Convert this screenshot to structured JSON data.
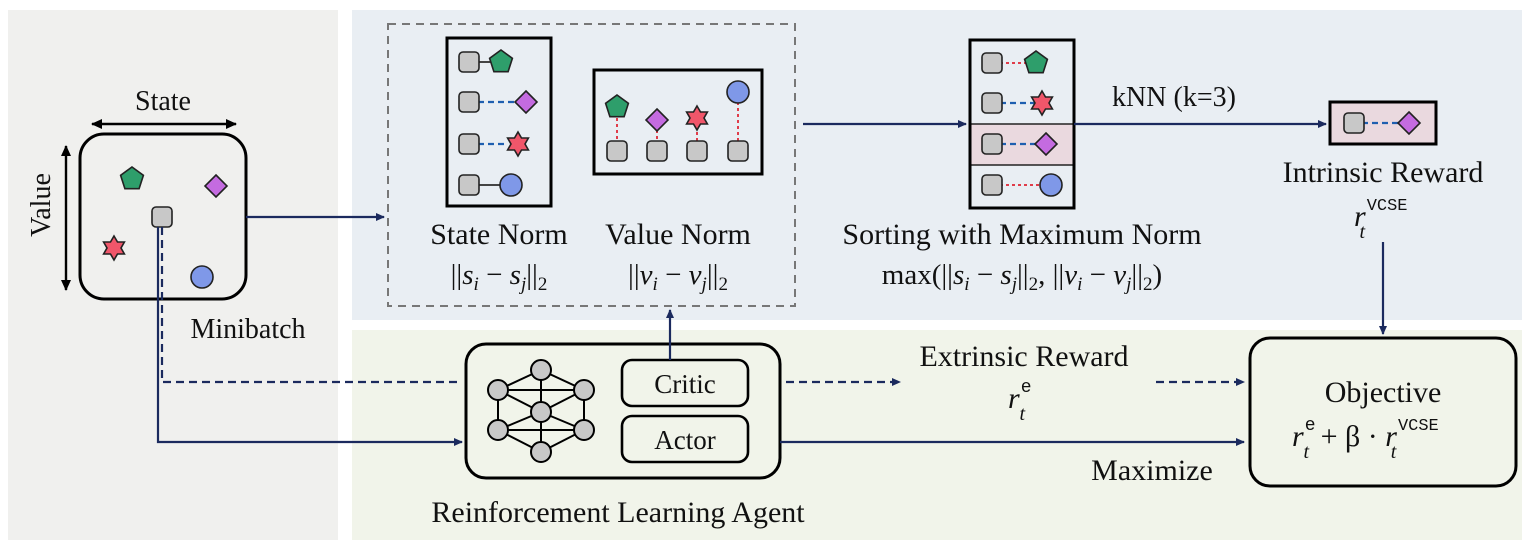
{
  "minibatch": {
    "label": "Minibatch",
    "axis_x_label": "State",
    "axis_y_label": "Value"
  },
  "norms": {
    "state_label": "State Norm",
    "state_formula": {
      "open": "||",
      "a": "s",
      "a_sub": "i",
      "minus": " − ",
      "b": "s",
      "b_sub": "j",
      "close": "||",
      "sub2": "2"
    },
    "value_label": "Value Norm",
    "value_formula": {
      "open": "||",
      "a": "v",
      "a_sub": "i",
      "minus": " − ",
      "b": "v",
      "b_sub": "j",
      "close": "||",
      "sub2": "2"
    }
  },
  "sorting": {
    "label": "Sorting with Maximum Norm",
    "formula_max": "max(||",
    "formula_s_i": "s",
    "formula_sub_i": "i",
    "formula_minus": " − ",
    "formula_s_j": "s",
    "formula_sub_j": "j",
    "formula_mid": "||",
    "formula_two": "2",
    "formula_comma": ", ||",
    "formula_v_i": "v",
    "formula_v_j": "v",
    "formula_end": ")"
  },
  "knn": {
    "label": "kNN (k=3)"
  },
  "intrinsic": {
    "label": "Intrinsic Reward",
    "symbol": "r",
    "sub": "t",
    "sup": "VCSE"
  },
  "extrinsic": {
    "label": "Extrinsic Reward",
    "symbol": "r",
    "sub": "t",
    "sup": "e"
  },
  "agent": {
    "label": "Reinforcement Learning Agent",
    "critic_label": "Critic",
    "actor_label": "Actor"
  },
  "objective": {
    "label": "Objective",
    "r1": "r",
    "r1_sub": "t",
    "r1_sup": "e",
    "plus_beta": " + β · ",
    "r2": "r",
    "r2_sub": "t",
    "r2_sup": "VCSE"
  },
  "maximize": {
    "label": "Maximize"
  },
  "colors": {
    "left_panel_bg": "#f0f0ee",
    "top_panel_bg": "#e9eef3",
    "bottom_panel_bg": "#f1f4ea",
    "arrow": "#1b2a5e",
    "pentagon": "#2e9e6b",
    "diamond": "#c46be0",
    "star": "#f0566a",
    "circle": "#7f98e8",
    "square": "#c8c8c8",
    "highlight_row": "#ead9df",
    "red_link": "#e03c4a",
    "blue_link": "#1f5fb0"
  },
  "icons": [
    "pentagon-marker",
    "diamond-marker",
    "star-marker",
    "circle-marker",
    "square-marker",
    "neural-network-icon"
  ]
}
